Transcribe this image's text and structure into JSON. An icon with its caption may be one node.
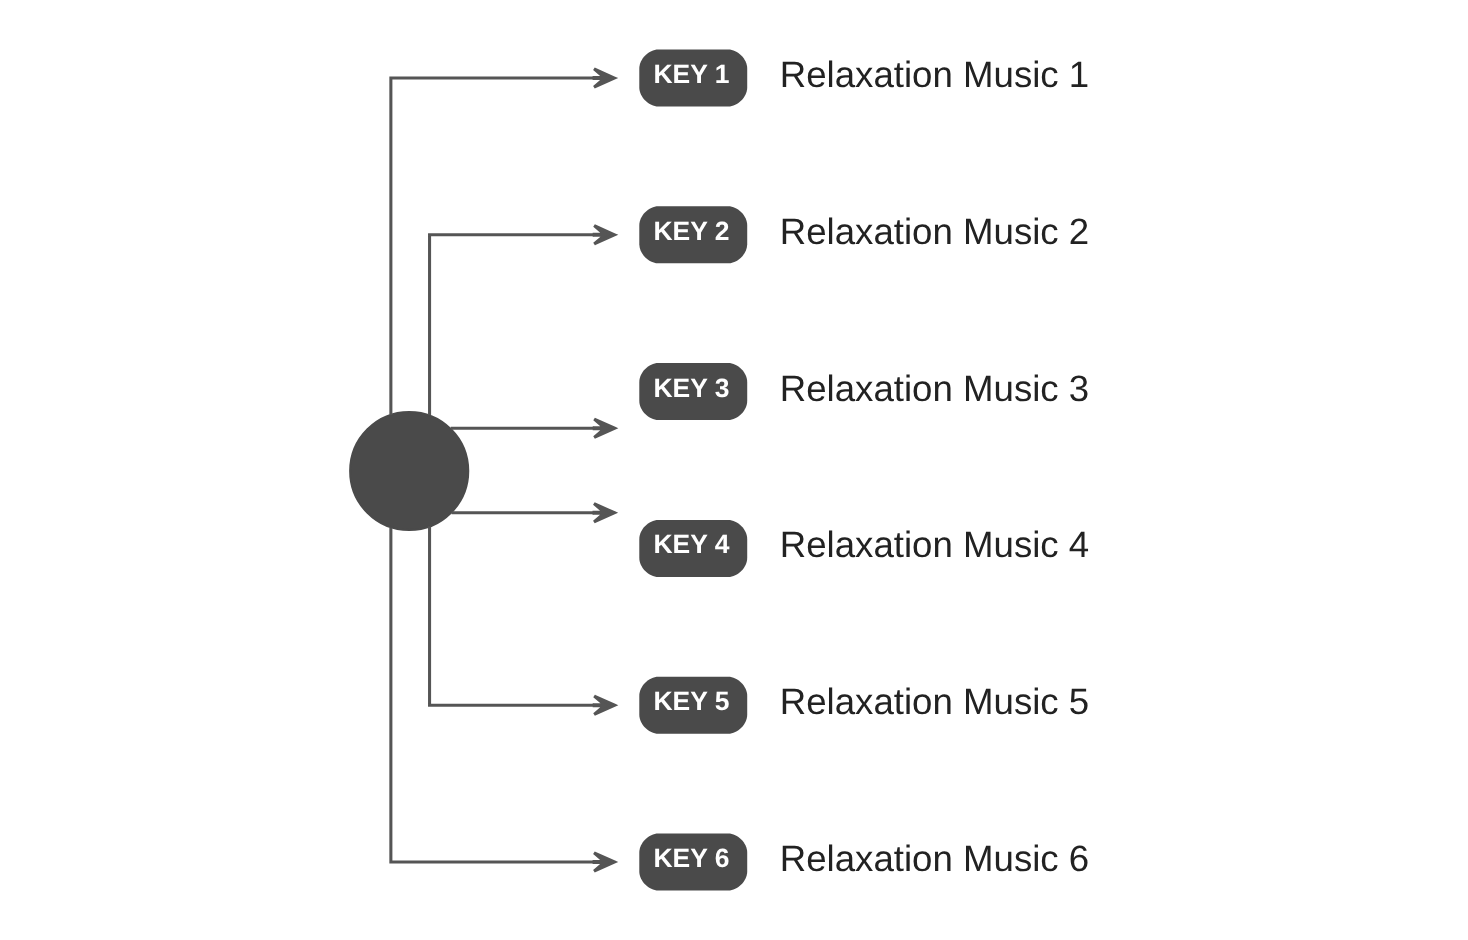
{
  "diagram": {
    "nodes": [
      {
        "text": [],
        "shape": "circle"
      },
      {
        "text": [
          "KEY 1"
        ],
        "beside": [
          "Relaxation Music 1"
        ]
      },
      {
        "text": [
          "KEY 2"
        ],
        "beside": [
          "Relaxation Music 2"
        ]
      },
      {
        "text": [
          "KEY 3"
        ],
        "beside": [
          "Relaxation Music 3"
        ]
      },
      {
        "text": [
          "KEY 4"
        ],
        "beside": [
          "Relaxation Music 4"
        ]
      },
      {
        "text": [
          "KEY 5"
        ],
        "beside": [
          "Relaxation Music 5"
        ]
      },
      {
        "text": [
          "KEY 6"
        ],
        "beside": [
          "Relaxation Music 6"
        ]
      }
    ],
    "edges": [
      {
        "from": 0,
        "to": 1,
        "arrow": "to"
      },
      {
        "from": 0,
        "to": 2,
        "arrow": "to"
      },
      {
        "from": 0,
        "to": 3,
        "arrow": "to"
      },
      {
        "from": 0,
        "to": 4,
        "arrow": "to"
      },
      {
        "from": 0,
        "to": 5,
        "arrow": "to"
      },
      {
        "from": 0,
        "to": 6,
        "arrow": "to"
      }
    ]
  }
}
